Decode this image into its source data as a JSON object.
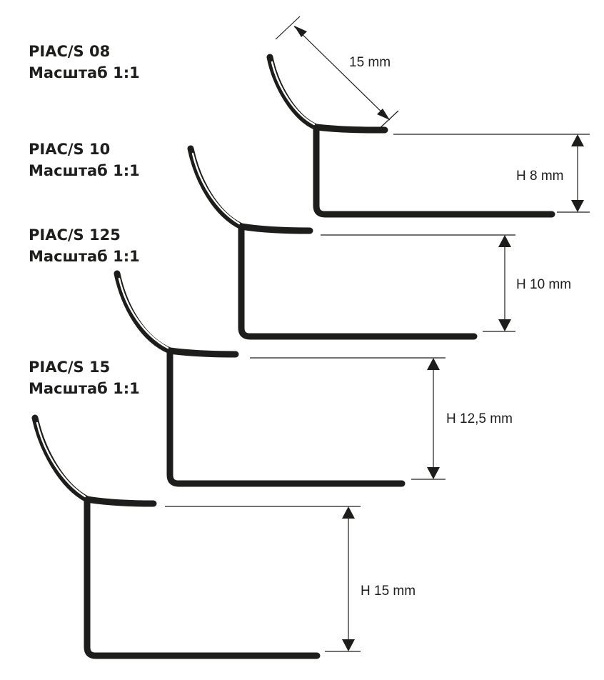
{
  "profiles": [
    {
      "name": "PIAC/S 08",
      "scale": "Масштаб 1:1",
      "height_label": "H 8 mm"
    },
    {
      "name": "PIAC/S 10",
      "scale": "Масштаб 1:1",
      "height_label": "H 10 mm"
    },
    {
      "name": "PIAC/S 125",
      "scale": "Масштаб 1:1",
      "height_label": "H 12,5 mm"
    },
    {
      "name": "PIAC/S 15",
      "scale": "Масштаб 1:1",
      "height_label": "H 15 mm"
    }
  ],
  "arc_label": "15 mm",
  "colors": {
    "stroke": "#1d1d1b",
    "background": "#ffffff"
  }
}
